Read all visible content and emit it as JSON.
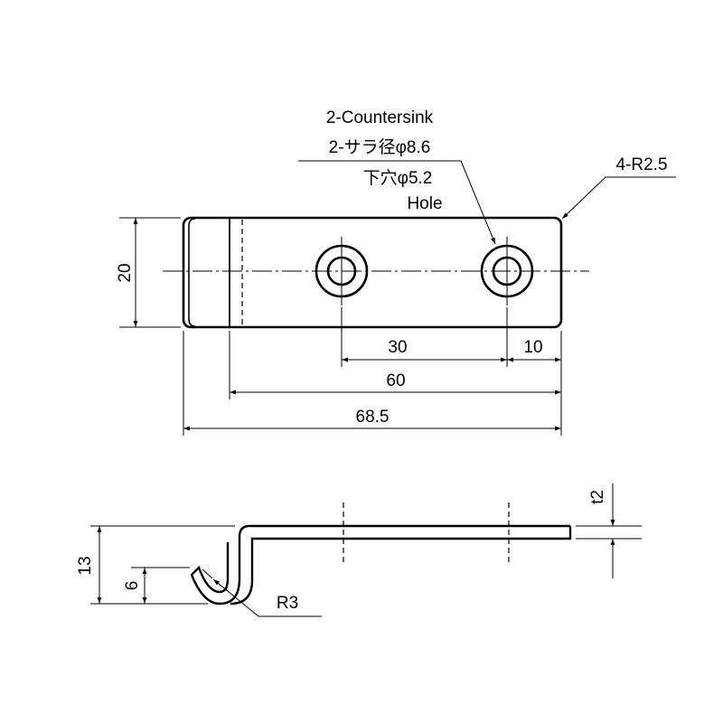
{
  "callouts": {
    "countersink_en": "2-Countersink",
    "countersink_jp": "2-サラ径φ8.6",
    "hole_jp": "下穴φ5.2",
    "hole_en": "Hole",
    "corner_radius": "4-R2.5"
  },
  "top_view_dims": {
    "width": "20",
    "hole_pitch": "30",
    "edge_to_hole": "10",
    "length_60": "60",
    "overall": "68.5"
  },
  "side_view_dims": {
    "height": "13",
    "hook_height": "6",
    "bend_radius": "R3",
    "thickness": "t2"
  }
}
